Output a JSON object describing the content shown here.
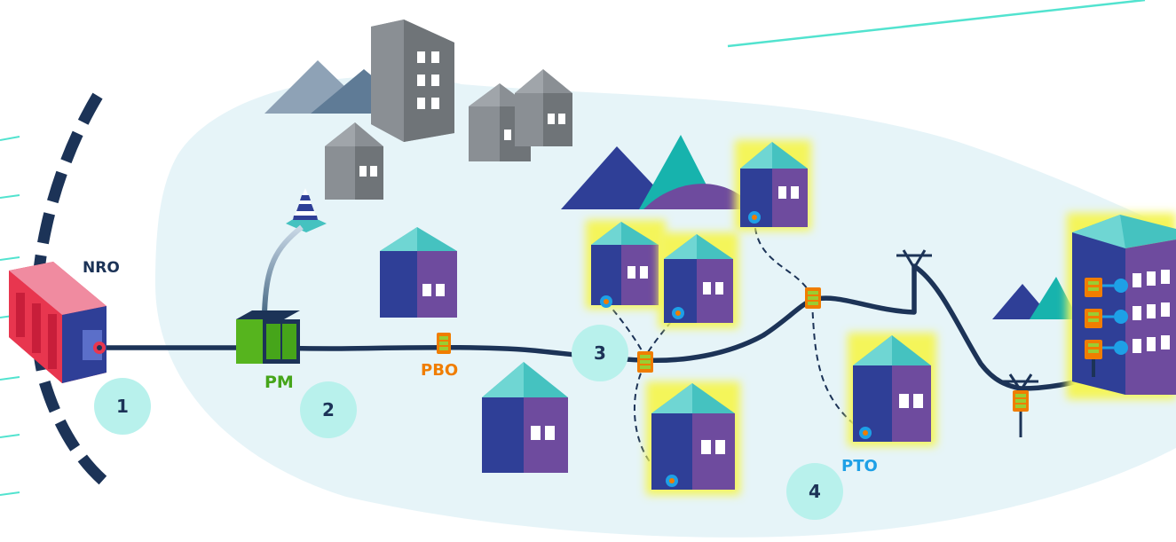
{
  "labels": {
    "nro": "NRO",
    "pm": "PM",
    "pbo": "PBO",
    "pto": "PTO"
  },
  "steps": [
    "1",
    "2",
    "3",
    "4"
  ],
  "colors": {
    "navy": "#1c3357",
    "background_blob": "#e6f4f8",
    "pm_green": "#46a51a",
    "pbo_orange": "#f07d00",
    "pto_blue": "#1ea0e6",
    "step_badge": "#b8f1ec",
    "house_blue": "#2f3f97",
    "house_purple": "#6e4b9e",
    "roof_teal": "#45c2c0",
    "glow_yellow": "#f4f55a"
  }
}
